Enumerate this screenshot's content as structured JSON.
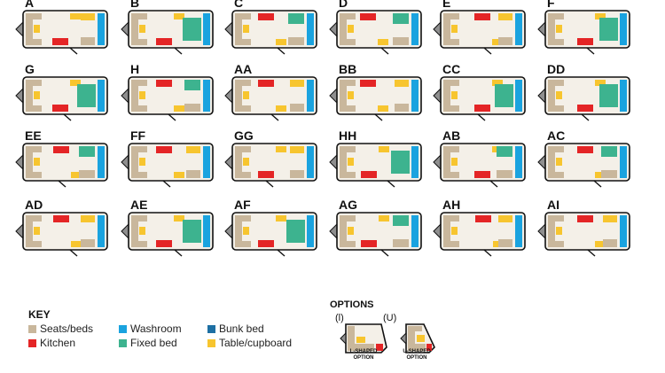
{
  "colors": {
    "seats": "#c9b79c",
    "kitchen": "#e42526",
    "washroom": "#1aa3df",
    "fixed_bed": "#3db38f",
    "bunk_bed": "#1d6fa3",
    "table": "#f7c52f",
    "floor": "#f4f0e8",
    "outline": "#111111",
    "hitch": "#8f8f8f"
  },
  "layouts": [
    {
      "label": "A",
      "seed": 1
    },
    {
      "label": "B",
      "seed": 2
    },
    {
      "label": "C",
      "seed": 3
    },
    {
      "label": "D",
      "seed": 4
    },
    {
      "label": "E",
      "seed": 5
    },
    {
      "label": "F",
      "seed": 6
    },
    {
      "label": "G",
      "seed": 7
    },
    {
      "label": "H",
      "seed": 8
    },
    {
      "label": "AA",
      "seed": 9
    },
    {
      "label": "BB",
      "seed": 10
    },
    {
      "label": "CC",
      "seed": 11
    },
    {
      "label": "DD",
      "seed": 12
    },
    {
      "label": "EE",
      "seed": 13
    },
    {
      "label": "FF",
      "seed": 14
    },
    {
      "label": "GG",
      "seed": 15
    },
    {
      "label": "HH",
      "seed": 16
    },
    {
      "label": "AB",
      "seed": 17
    },
    {
      "label": "AC",
      "seed": 18
    },
    {
      "label": "AD",
      "seed": 19
    },
    {
      "label": "AE",
      "seed": 20
    },
    {
      "label": "AF",
      "seed": 21
    },
    {
      "label": "AG",
      "seed": 22
    },
    {
      "label": "AH",
      "seed": 23
    },
    {
      "label": "AI",
      "seed": 24
    }
  ],
  "key": {
    "title": "KEY",
    "items": [
      {
        "label": "Seats/beds",
        "color": "#c9b79c"
      },
      {
        "label": "Kitchen",
        "color": "#e42526"
      },
      {
        "label": "Washroom",
        "color": "#1aa3df"
      },
      {
        "label": "Fixed bed",
        "color": "#3db38f"
      },
      {
        "label": "Bunk bed",
        "color": "#1d6fa3"
      },
      {
        "label": "Table/cupboard",
        "color": "#f7c52f"
      }
    ]
  },
  "options": {
    "title": "OPTIONS",
    "l_tag": "(l)",
    "u_tag": "(U)",
    "l_caption_1": "L-SHAPED",
    "l_caption_2": "OPTION",
    "u_caption_1": "U-SHAPED",
    "u_caption_2": "OPTION"
  }
}
